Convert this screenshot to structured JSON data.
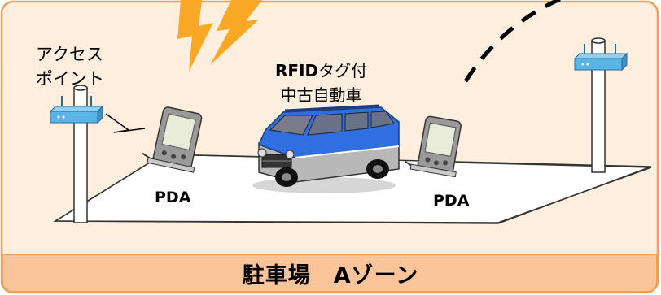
{
  "labels": {
    "access_point": [
      "アクセス",
      "ポイント"
    ],
    "vehicle": {
      "line1_bold": "RFID",
      "line1_rest": "タグ付",
      "line2": "中古自動車"
    },
    "pda_left": "PDA",
    "pda_right": "PDA",
    "zone": "駐車場　Aゾーン"
  },
  "colors": {
    "area_fill": "#fdeedd",
    "area_border": "#f0a050",
    "footer_fill": "#f9c49a",
    "lightning": "#f9a825",
    "ground": "#ffffff",
    "router": "#5ab4e6",
    "van_body": "#2f6fe0",
    "van_lower": "#b8b8b8"
  },
  "icons": [
    "lightning-icon",
    "router-icon",
    "pda-icon",
    "van-icon"
  ]
}
